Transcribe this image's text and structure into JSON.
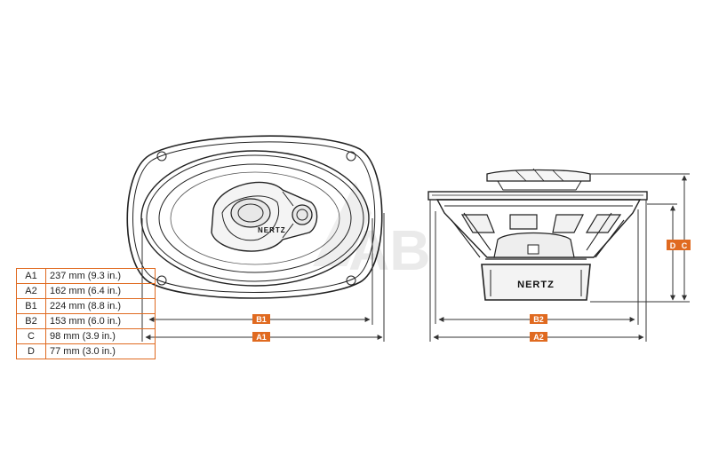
{
  "brand": {
    "front_logo": "NERTZ",
    "side_logo": "NERTZ"
  },
  "watermark": "AB",
  "accent_color": "#e06a20",
  "dimension_markers": {
    "front_inner": "B1",
    "front_outer": "A1",
    "side_inner": "B2",
    "side_outer": "A2",
    "depth_short": "D",
    "depth_long": "C"
  },
  "specs": [
    {
      "code": "A1",
      "value": "237 mm (9.3 in.)"
    },
    {
      "code": "A2",
      "value": "162 mm (6.4 in.)"
    },
    {
      "code": "B1",
      "value": "224 mm (8.8 in.)"
    },
    {
      "code": "B2",
      "value": "153 mm (6.0 in.)"
    },
    {
      "code": "C",
      "value": "98 mm (3.9 in.)"
    },
    {
      "code": "D",
      "value": "77 mm (3.0 in.)"
    }
  ]
}
